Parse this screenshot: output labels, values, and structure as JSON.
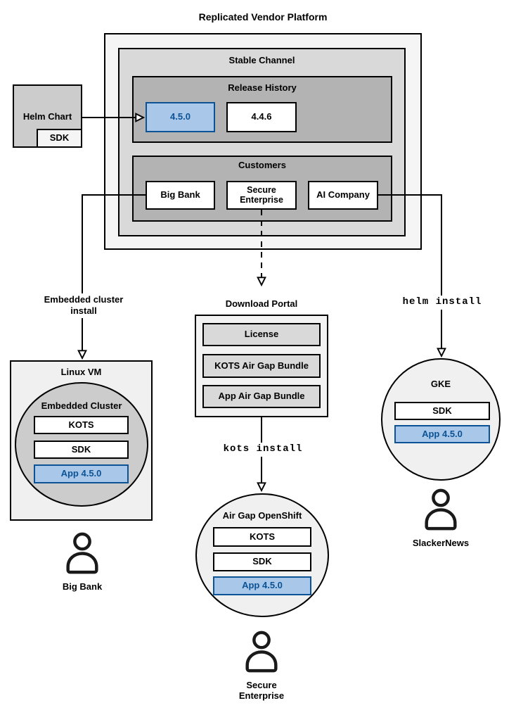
{
  "title": "Replicated Vendor Platform",
  "platform": {
    "stable_channel": {
      "label": "Stable Channel",
      "release_history": {
        "label": "Release History",
        "releases": [
          {
            "version": "4.5.0",
            "current": true
          },
          {
            "version": "4.4.6",
            "current": false
          }
        ]
      },
      "customers": {
        "label": "Customers",
        "items": [
          "Big Bank",
          "Secure Enterprise",
          "AI Company"
        ]
      }
    }
  },
  "helm_chart": {
    "label": "Helm Chart",
    "sdk": "SDK"
  },
  "flows": {
    "embedded_cluster": {
      "edge_label": "Embedded cluster install",
      "target": {
        "label": "Linux VM",
        "cluster": "Embedded Cluster",
        "components": [
          "KOTS",
          "SDK",
          "App 4.5.0"
        ]
      },
      "user": "Big Bank"
    },
    "air_gap": {
      "portal": {
        "label": "Download Portal",
        "items": [
          "License",
          "KOTS Air Gap Bundle",
          "App Air Gap Bundle"
        ]
      },
      "edge_label": "kots install",
      "target": {
        "cluster": "Air Gap OpenShift",
        "components": [
          "KOTS",
          "SDK",
          "App 4.5.0"
        ]
      },
      "user": "Secure Enterprise"
    },
    "helm": {
      "edge_label": "helm install",
      "target": {
        "cluster": "GKE",
        "components": [
          "SDK",
          "App 4.5.0"
        ]
      },
      "user": "SlackerNews"
    }
  },
  "colors": {
    "platform_fill": "#f5f5f5",
    "channel_fill": "#d9d9d9",
    "section_fill": "#b3b3b3",
    "highlight_fill": "#a8c7e9",
    "highlight_border": "#0b5394",
    "highlight_text": "#0b5394"
  }
}
